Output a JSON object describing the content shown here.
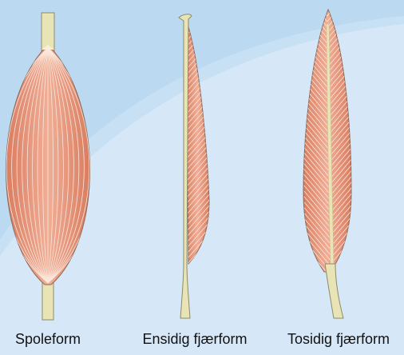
{
  "colors": {
    "background_light": "#d6e8f7",
    "background_dark": "#a9cdec",
    "tendon": "#e9e4b5",
    "tendon_outline": "#8e8a68",
    "muscle": "#e59c80",
    "muscle_edge": "#d97c60",
    "muscle_outline": "#8b6b5a",
    "fiber": "#fbe7dc"
  },
  "shapes": [
    {
      "id": "spindle",
      "label": "Spoleform"
    },
    {
      "id": "unipennate",
      "label": "Ensidig fjærform"
    },
    {
      "id": "bipennate",
      "label": "Tosidig fjærform"
    }
  ]
}
